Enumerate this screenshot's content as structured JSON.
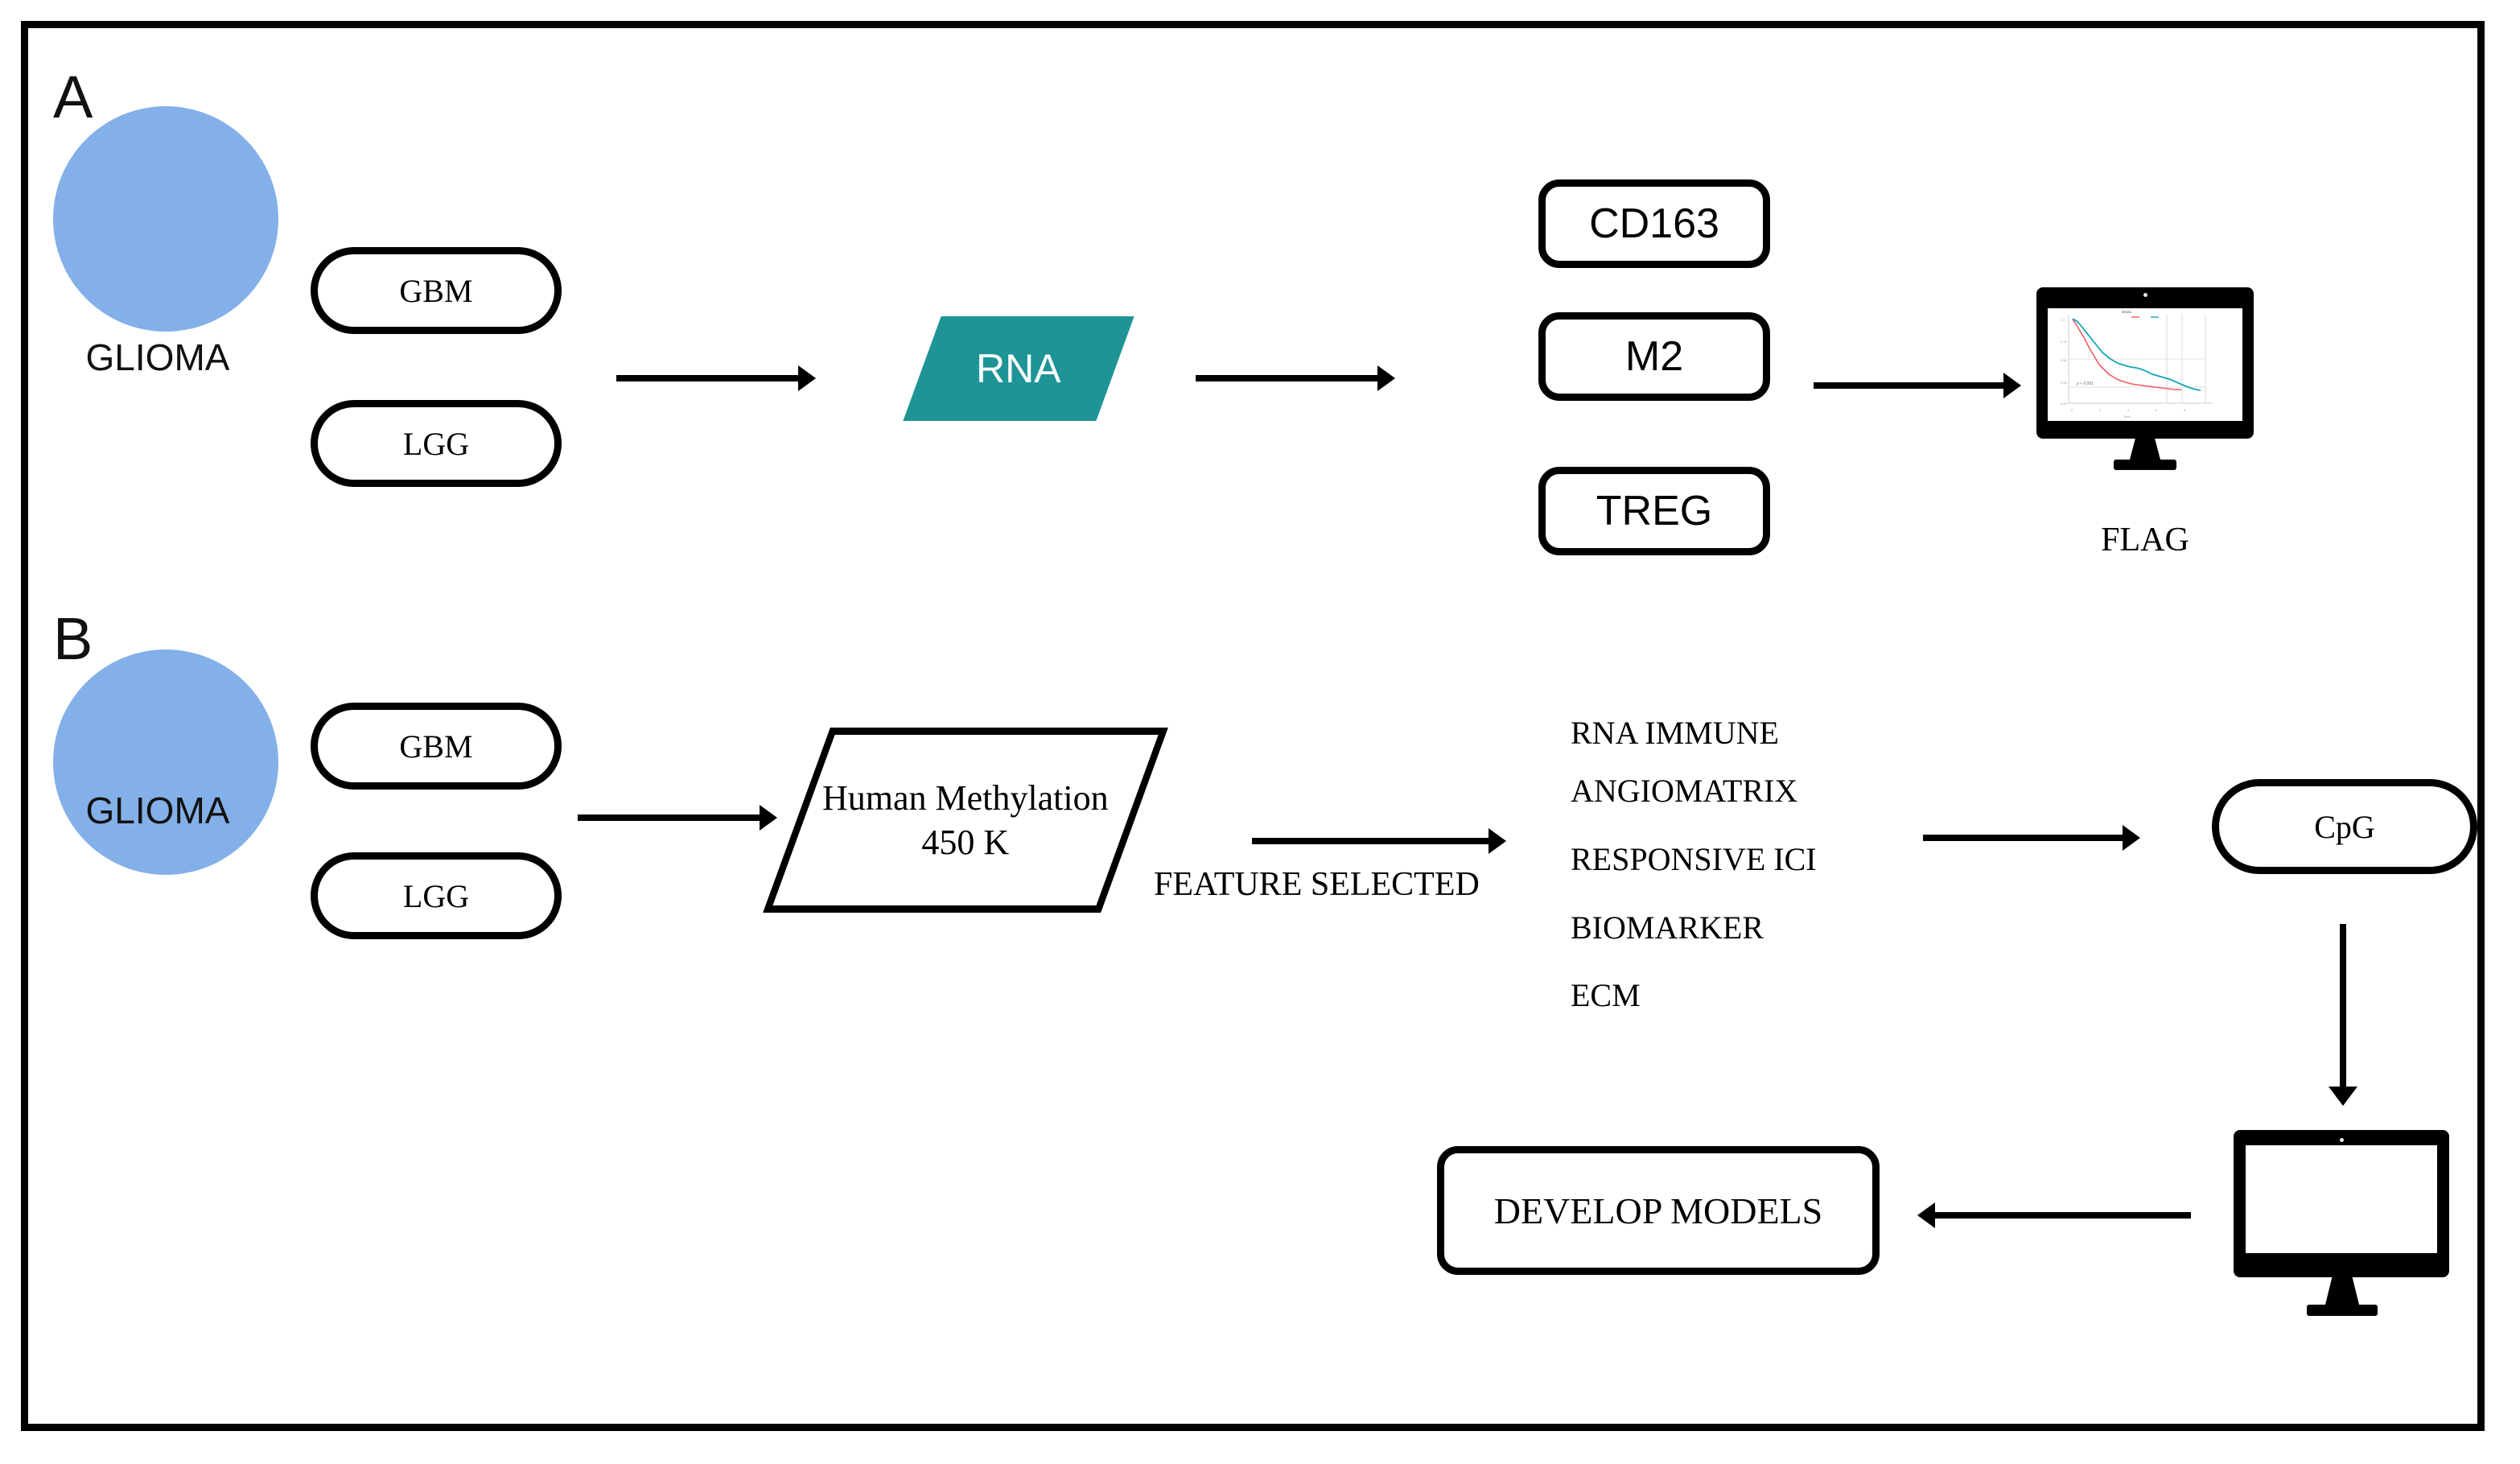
{
  "figure": {
    "panels": [
      {
        "letter": "A",
        "source": {
          "circle_label": "GLIOMA",
          "circle_color": "#83b0e8",
          "subtypes": [
            "GBM",
            "LGG"
          ]
        },
        "assay": {
          "label": "RNA",
          "color": "#1f9496",
          "shape": "parallelogram"
        },
        "markers": [
          "CD163",
          "M2",
          "TREG"
        ],
        "output": {
          "icon": "monitor-kaplan-meier",
          "caption": "FLAG",
          "chart_colors": {
            "series_1": "#ef5b64",
            "series_2": "#12a6b5"
          }
        }
      },
      {
        "letter": "B",
        "source": {
          "circle_label": "GLIOMA",
          "circle_color": "#83b0e8",
          "subtypes": [
            "GBM",
            "LGG"
          ]
        },
        "assay": {
          "label_line1": "Human Methylation",
          "label_line2": "450 K",
          "shape": "parallelogram"
        },
        "arrow_label": "FEATURE SELECTED",
        "features": [
          "RNA IMMUNE",
          "ANGIOMATRIX",
          "RESPONSIVE ICI",
          "BIOMARKER",
          "ECM"
        ],
        "cpg": {
          "label": "CpG"
        },
        "compute": {
          "icon": "monitor-blank"
        },
        "result": {
          "label": "DEVELOP MODELS"
        }
      }
    ]
  }
}
